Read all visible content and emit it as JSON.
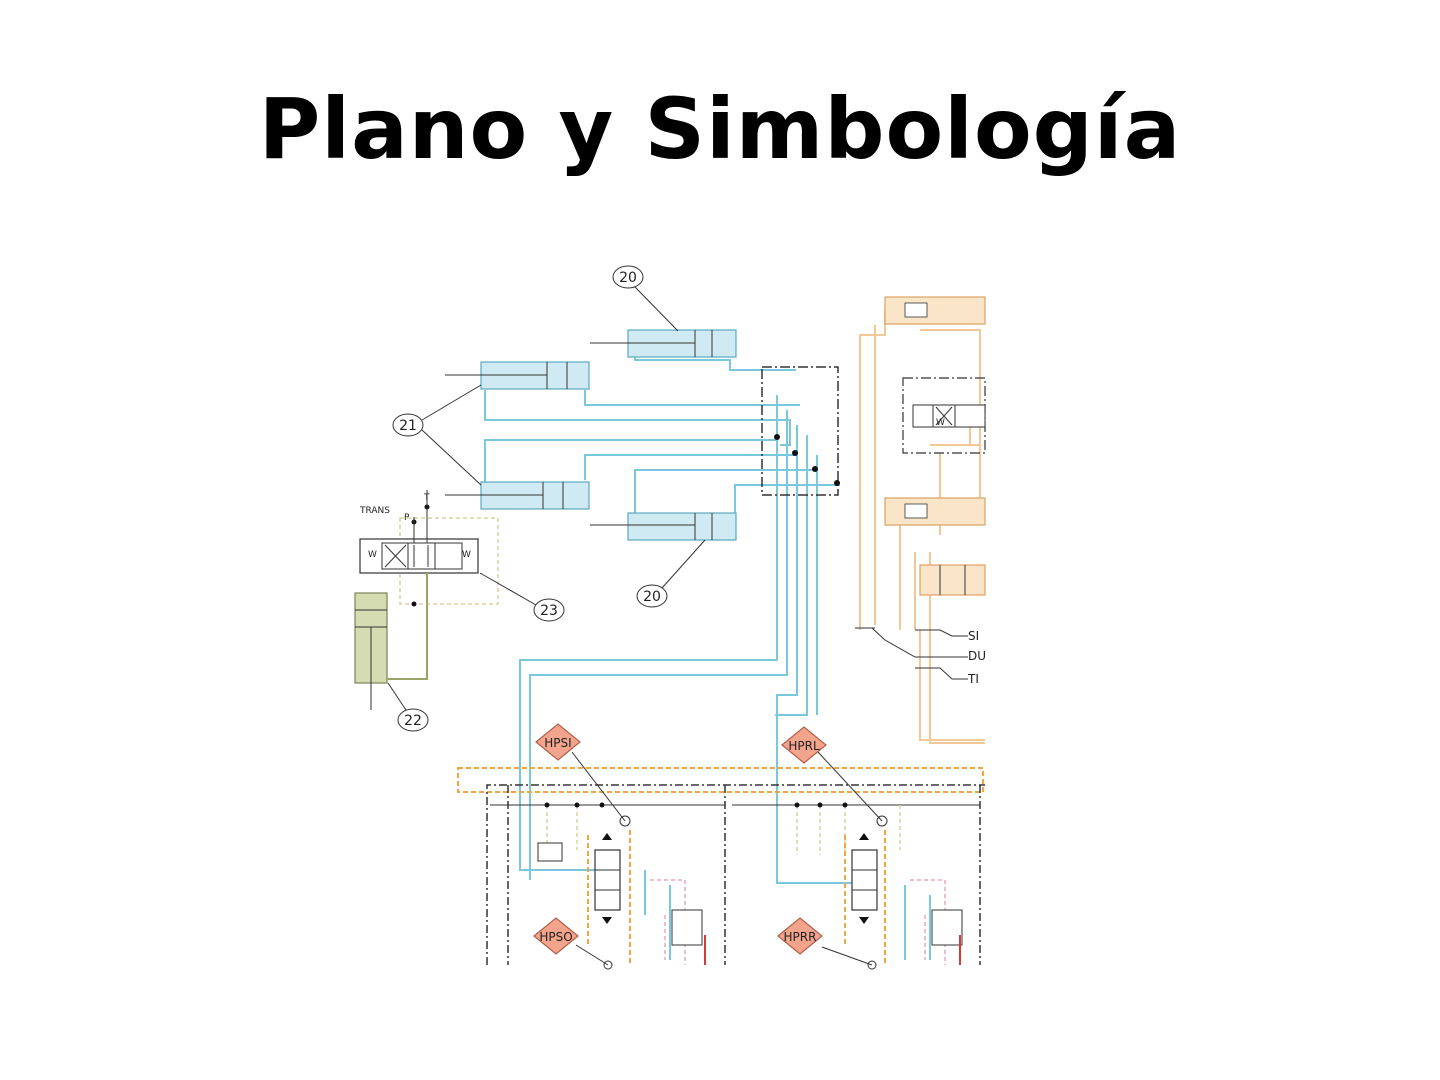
{
  "slide": {
    "title": "Plano y Simbología"
  },
  "callouts": {
    "c20_top": "20",
    "c21": "21",
    "c20_bottom": "20",
    "c23": "23",
    "c22": "22"
  },
  "labels": {
    "trans": "TRANS",
    "port_p": "P",
    "port_t": "T",
    "si": "SI",
    "du": "DU",
    "ti": "TI"
  },
  "tags": {
    "hpsi": "HPSI",
    "hprl": "HPRL",
    "hpso": "HPSO",
    "hprr": "HPRR"
  },
  "colors": {
    "hydraulic_blue": "#7ac8dc",
    "hydraulic_tan": "#f2c896",
    "hydraulic_olive": "#9aa56a",
    "tag_fill": "#f2a48c"
  }
}
